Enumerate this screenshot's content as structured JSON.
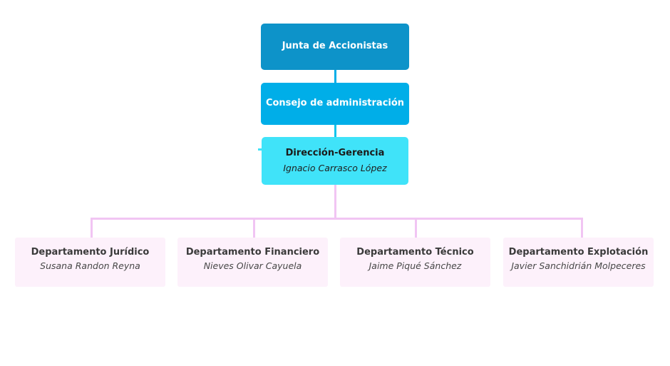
{
  "colors": {
    "junta_bg": "#0d93c9",
    "consejo_bg": "#00aee8",
    "direccion_bg": "#40e3f9",
    "link_top": "#00aee8",
    "link_mid": "#12c5eb",
    "link_branch": "#f1c5f3",
    "department_bg": "#fdf1fb"
  },
  "org": {
    "junta": {
      "title": "Junta de Accionistas"
    },
    "consejo": {
      "title": "Consejo de administración"
    },
    "direccion": {
      "title": "Dirección-Gerencia",
      "person": "Ignacio Carrasco López"
    },
    "departments": [
      {
        "title": "Departamento Jurídico",
        "person": "Susana Randon Reyna"
      },
      {
        "title": "Departamento Financiero",
        "person": "Nieves Olivar Cayuela"
      },
      {
        "title": "Departamento Técnico",
        "person": "Jaime Piqué Sánchez"
      },
      {
        "title": "Departamento Explotación",
        "person": "Javier Sanchidrián Molpeceres"
      }
    ]
  },
  "edges": [
    {
      "from": "Junta de Accionistas",
      "to": "Consejo de administración"
    },
    {
      "from": "Consejo de administración",
      "to": "Dirección-Gerencia"
    },
    {
      "from": "Dirección-Gerencia",
      "to": "Departamento Jurídico"
    },
    {
      "from": "Dirección-Gerencia",
      "to": "Departamento Financiero"
    },
    {
      "from": "Dirección-Gerencia",
      "to": "Departamento Técnico"
    },
    {
      "from": "Dirección-Gerencia",
      "to": "Departamento Explotación"
    }
  ]
}
